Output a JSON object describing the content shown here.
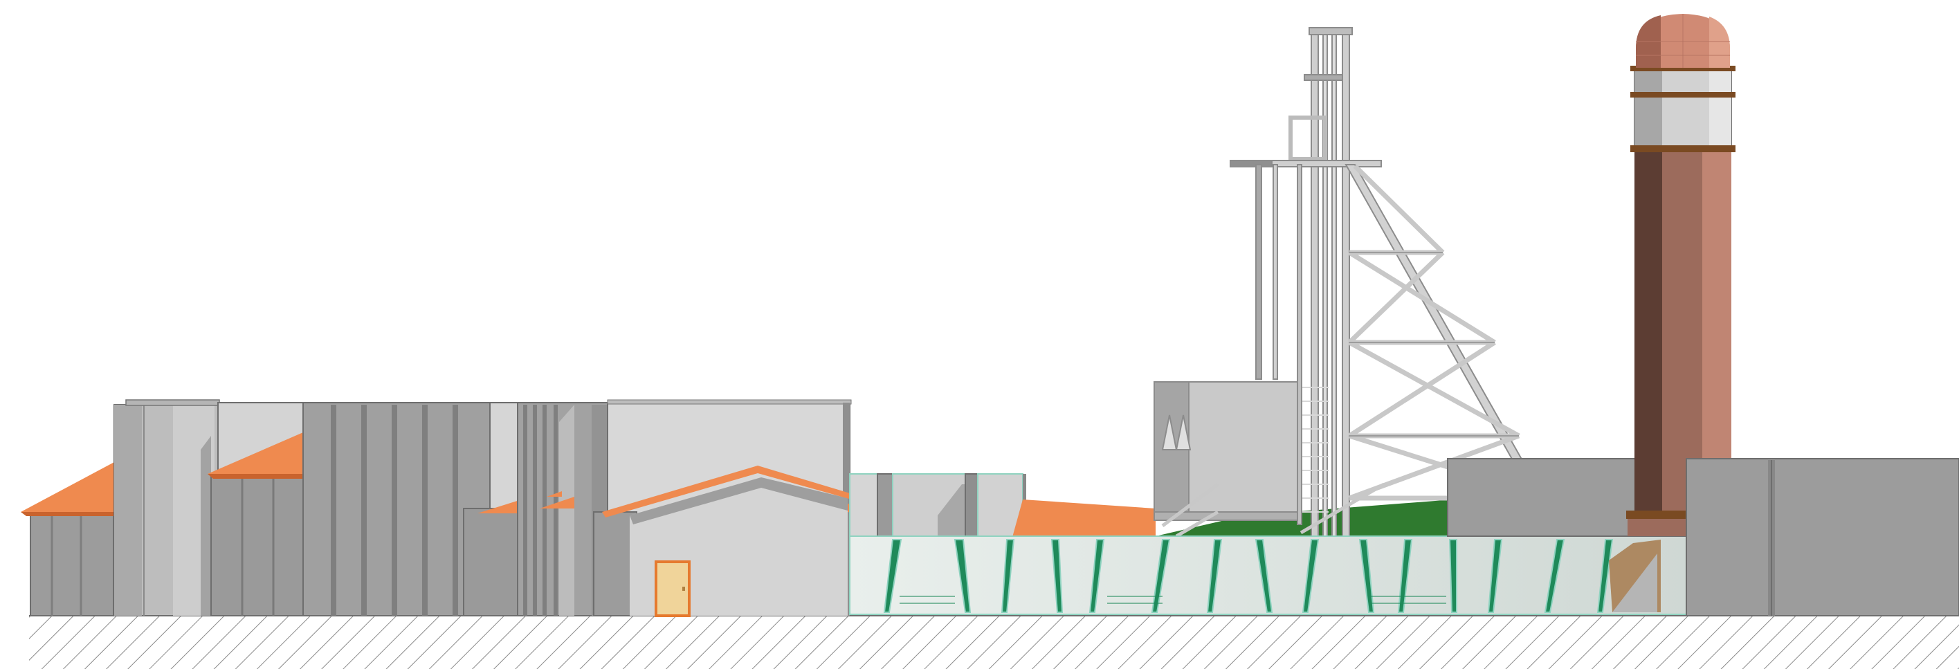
{
  "colors": {
    "background": "#ffffff",
    "wall_light": "#d6d6d6",
    "wall_mid": "#bdbdbd",
    "wall_dark": "#9a9a9a",
    "wall_edge": "#6e6e6e",
    "roof_orange": "#ef8a4f",
    "roof_orange_dark": "#c9632d",
    "door_fill": "#f0d49a",
    "door_frame": "#e67a2e",
    "glass_edge": "#8fd3c0",
    "glass_green": "#1f8a5a",
    "grass_green": "#2f7a2f",
    "headframe_steel": "#cfcfcf",
    "headframe_edge": "#8c8c8c",
    "silo_dark": "#5c3d33",
    "silo_mid": "#9c6b5c",
    "silo_light": "#c08573",
    "silo_dome": "#d08a74",
    "silo_band": "#7a4a22",
    "hatch": "#7a7a7a"
  },
  "elements": {
    "ground": "hatched-ground-section",
    "left_buildings": "workshop-sheds-with-orange-roofs",
    "door": "orange-framed-door",
    "glass_screen": "perforated-glass-facade",
    "headframe": "mine-shaft-headframe-lattice-tower",
    "silo": "brick-silo-tower-with-dome",
    "right_block": "grey-storage-block"
  }
}
